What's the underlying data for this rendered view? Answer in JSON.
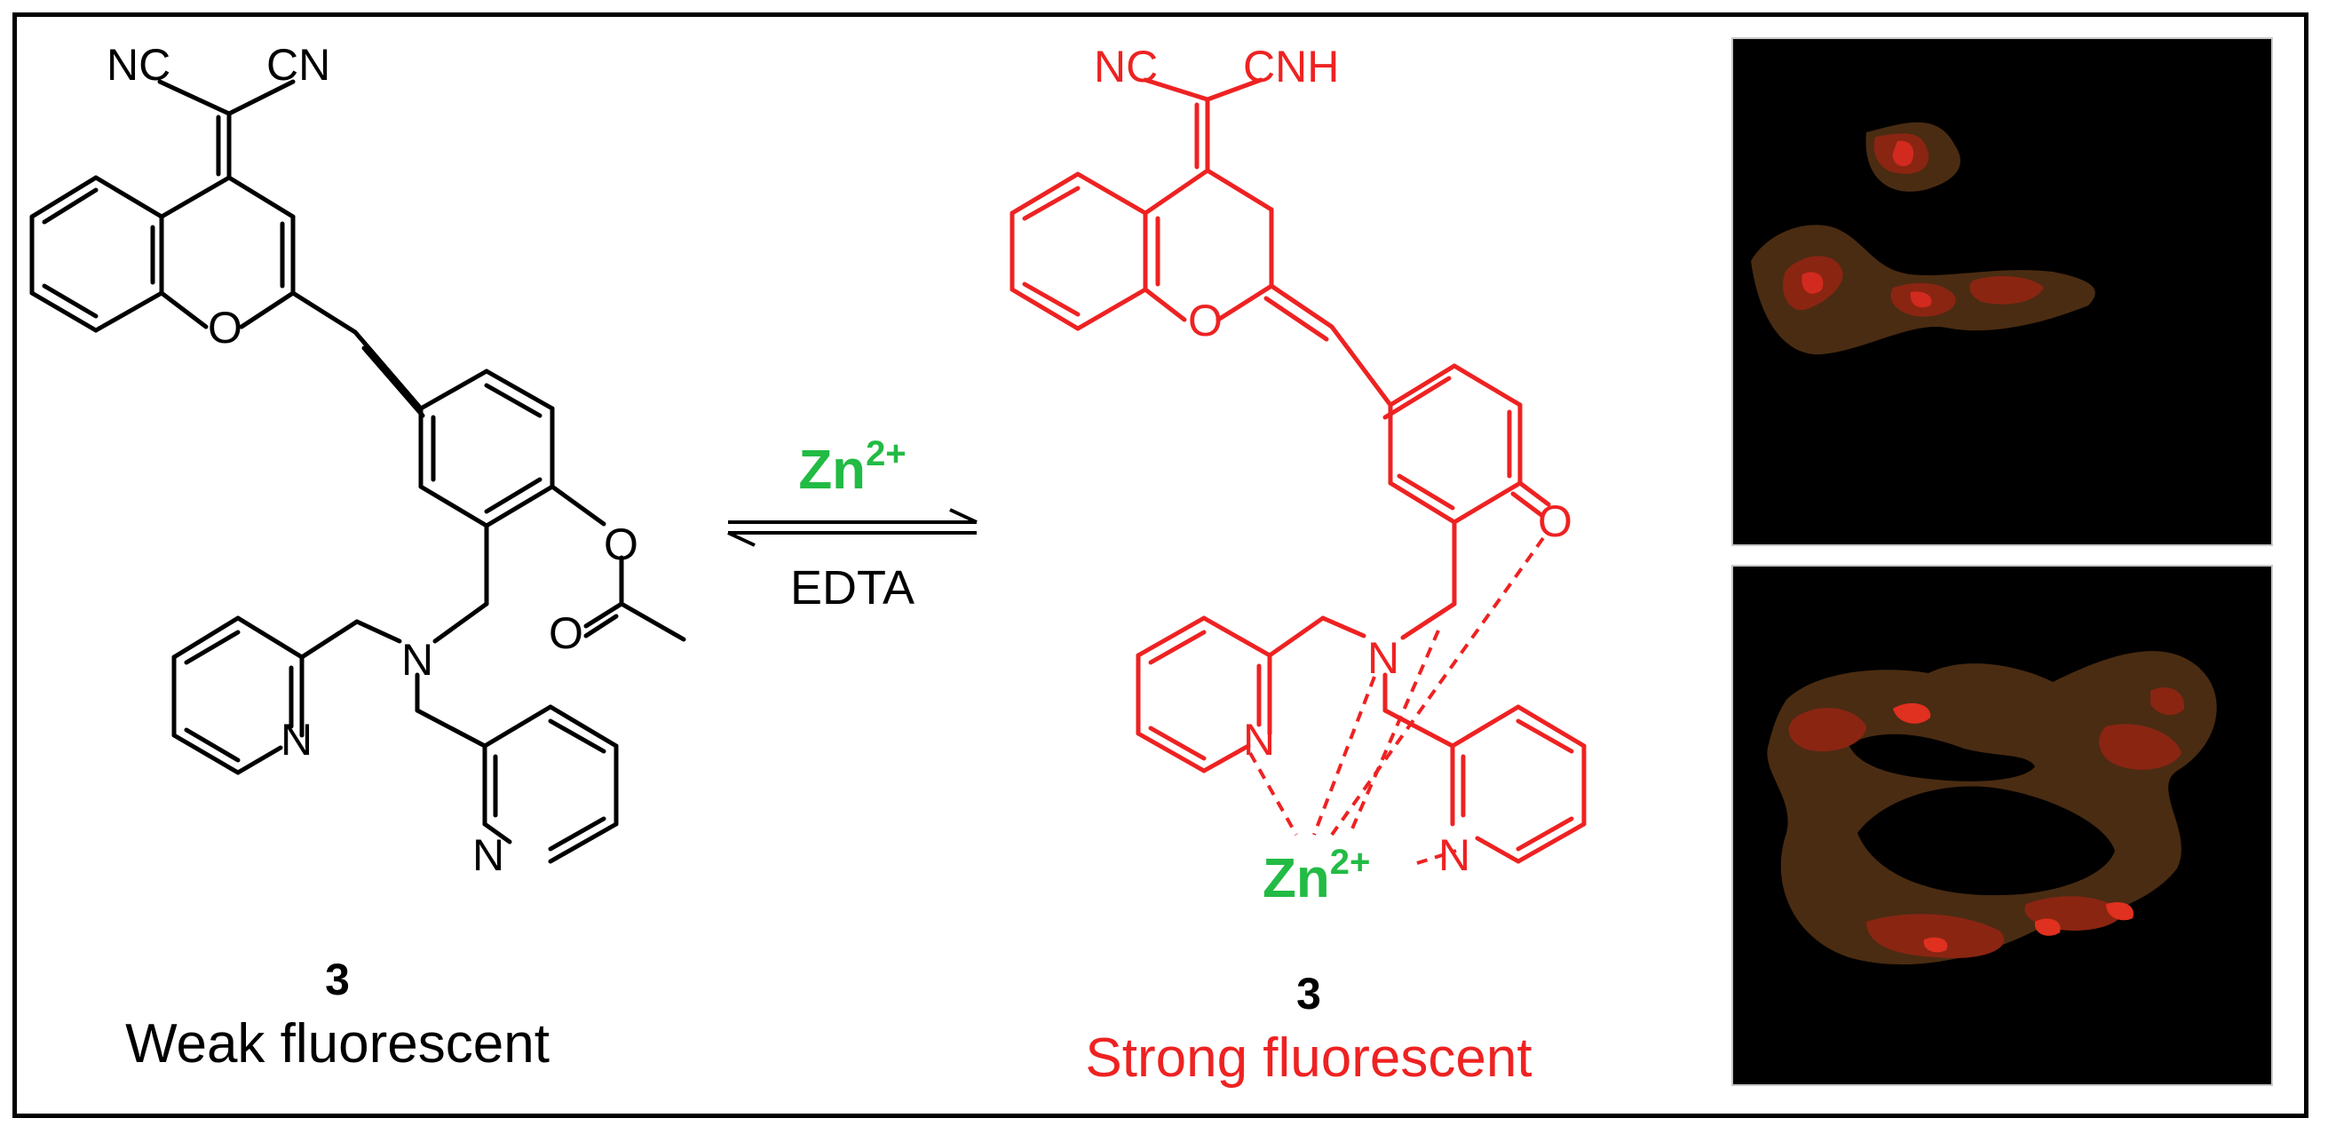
{
  "figure": {
    "left": {
      "compound_number": "3",
      "caption": "Weak fluorescent",
      "atoms": {
        "nc1": "NC",
        "cn1": "CN",
        "o_ring": "O",
        "n_amine": "N",
        "n_py1": "N",
        "n_py2": "N",
        "o_ester1": "O",
        "o_ester2": "O"
      }
    },
    "arrow": {
      "top_label_base": "Zn",
      "top_label_sup": "2+",
      "bottom_label": "EDTA"
    },
    "right": {
      "compound_number": "3",
      "caption": "Strong fluorescent",
      "atoms": {
        "nc": "NC",
        "cnh": "CNH",
        "o_ring": "O",
        "o_quinone": "O",
        "n_amine": "N",
        "n_py1": "N",
        "n_py2": "N"
      },
      "metal_base": "Zn",
      "metal_sup": "2+"
    },
    "colors": {
      "black": "#000000",
      "red": "#ee2222",
      "green": "#22bb44",
      "panel_bg": "#000000"
    },
    "panels": [
      {
        "name": "fluorescence-image-top"
      },
      {
        "name": "fluorescence-image-bottom"
      }
    ]
  }
}
